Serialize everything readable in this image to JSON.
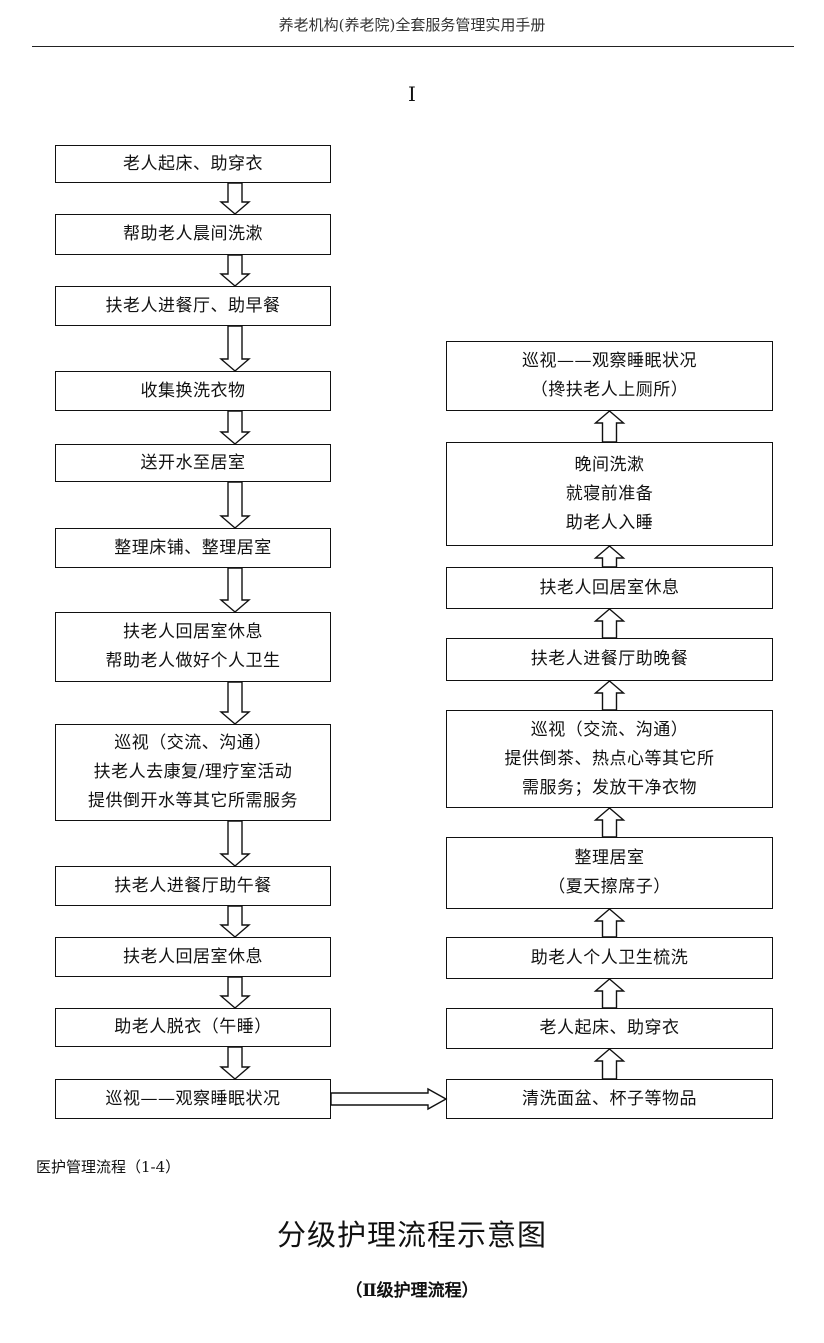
{
  "header": {
    "title": "养老机构(养老院)全套服务管理实用手册"
  },
  "diagram": {
    "roman_numeral": "I",
    "left_column": [
      {
        "lines": [
          "老人起床、助穿衣"
        ]
      },
      {
        "lines": [
          "帮助老人晨间洗漱"
        ]
      },
      {
        "lines": [
          "扶老人进餐厅、助早餐"
        ]
      },
      {
        "lines": [
          "收集换洗衣物"
        ]
      },
      {
        "lines": [
          "送开水至居室"
        ]
      },
      {
        "lines": [
          "整理床铺、整理居室"
        ]
      },
      {
        "lines": [
          "扶老人回居室休息",
          "帮助老人做好个人卫生"
        ]
      },
      {
        "lines": [
          "巡视（交流、沟通）",
          "扶老人去康复/理疗室活动",
          "提供倒开水等其它所需服务"
        ]
      },
      {
        "lines": [
          "扶老人进餐厅助午餐"
        ]
      },
      {
        "lines": [
          "扶老人回居室休息"
        ]
      },
      {
        "lines": [
          "助老人脱衣（午睡）"
        ]
      },
      {
        "lines": [
          "巡视——观察睡眠状况"
        ]
      }
    ],
    "right_column": [
      {
        "lines": [
          "巡视——观察睡眠状况",
          "（搀扶老人上厕所）"
        ]
      },
      {
        "lines": [
          "晚间洗漱",
          "就寝前准备",
          "助老人入睡"
        ]
      },
      {
        "lines": [
          "扶老人回居室休息"
        ]
      },
      {
        "lines": [
          "扶老人进餐厅助晚餐"
        ]
      },
      {
        "lines": [
          "巡视（交流、沟通）",
          "提供倒茶、热点心等其它所",
          "需服务；发放干净衣物"
        ]
      },
      {
        "lines": [
          "整理居室",
          "（夏天擦席子）"
        ]
      },
      {
        "lines": [
          "助老人个人卫生梳洗"
        ]
      },
      {
        "lines": [
          "老人起床、助穿衣"
        ]
      },
      {
        "lines": [
          "清洗面盆、杯子等物品"
        ]
      }
    ]
  },
  "footnote": "医护管理流程（1-4）",
  "title": "分级护理流程示意图",
  "subtitle": "（Ⅱ级护理流程）"
}
